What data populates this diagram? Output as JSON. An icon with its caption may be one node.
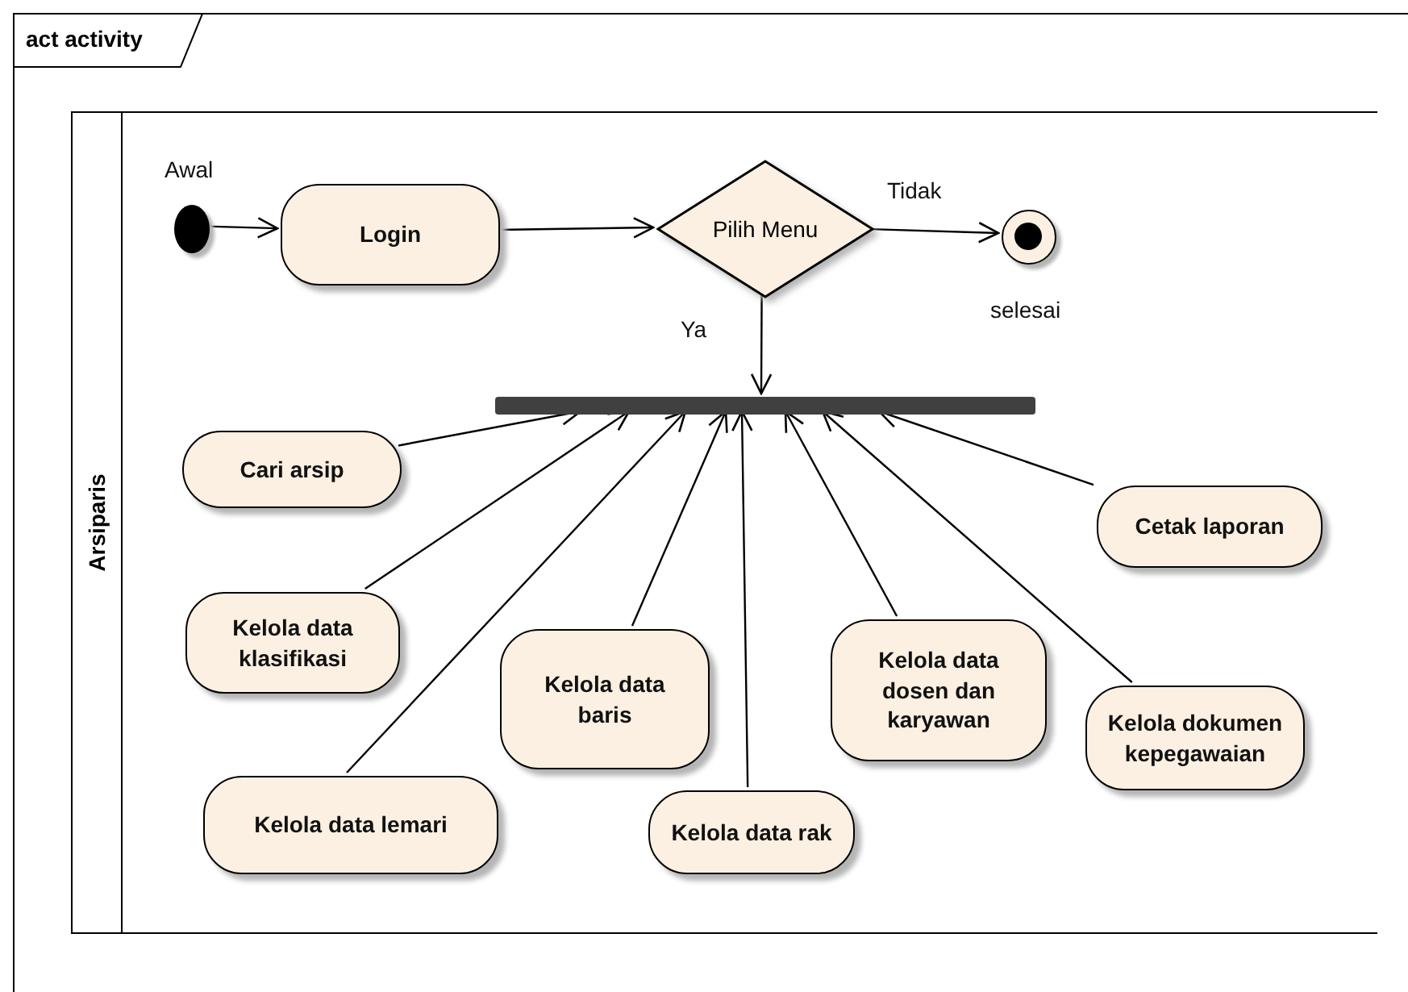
{
  "diagram": {
    "nodes": [
      {
        "text": [
          "act activity"
        ]
      },
      {
        "text": [
          "Arsiparis"
        ],
        "in": 0
      },
      {
        "text": [],
        "shape": "circle",
        "beside": [
          "Awal"
        ],
        "in": 1
      },
      {
        "text": [
          "Login"
        ],
        "in": 1
      },
      {
        "text": [
          "Pilih Menu"
        ],
        "in": 1
      },
      {
        "text": [],
        "shape": "circle",
        "beside": [
          "selesai"
        ],
        "in": 1
      },
      {
        "text": [],
        "shape": "bar",
        "in": 1
      },
      {
        "text": [
          "Cari arsip"
        ],
        "in": 1
      },
      {
        "text": [
          "Cetak laporan"
        ],
        "in": 1
      },
      {
        "text": [
          "Kelola data klasifikasi"
        ],
        "in": 1
      },
      {
        "text": [
          "Kelola data baris"
        ],
        "in": 1
      },
      {
        "text": [
          "Kelola data dosen dan karyawan"
        ],
        "in": 1
      },
      {
        "text": [
          "Kelola dokumen kepegawaian"
        ],
        "in": 1
      },
      {
        "text": [
          "Kelola data lemari"
        ],
        "in": 1
      },
      {
        "text": [
          "Kelola data rak"
        ],
        "in": 1
      }
    ],
    "edges": [
      {
        "from": 2,
        "to": 3,
        "arrow": "to"
      },
      {
        "from": 3,
        "to": 4,
        "arrow": "to"
      },
      {
        "from": 4,
        "to": 5,
        "label": "Tidak",
        "arrow": "to"
      },
      {
        "from": 4,
        "to": 6,
        "label": "Ya",
        "arrow": "to"
      },
      {
        "from": 7,
        "to": 6,
        "arrow": "to"
      },
      {
        "from": 8,
        "to": 6,
        "arrow": "to"
      },
      {
        "from": 9,
        "to": 6,
        "arrow": "to"
      },
      {
        "from": 10,
        "to": 6,
        "arrow": "to"
      },
      {
        "from": 11,
        "to": 6,
        "arrow": "to"
      },
      {
        "from": 12,
        "to": 6,
        "arrow": "to"
      },
      {
        "from": 13,
        "to": 6,
        "arrow": "to"
      },
      {
        "from": 14,
        "to": 6,
        "arrow": "to"
      }
    ]
  }
}
